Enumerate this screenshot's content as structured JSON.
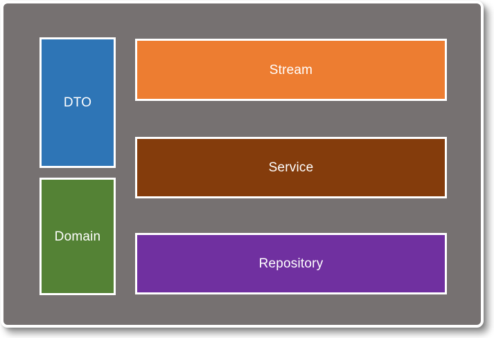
{
  "diagram": {
    "background_color": "#767171",
    "frame_color": "#FFFFFF",
    "text_color": "#FFFFFF",
    "left_column": {
      "dto": {
        "label": "DTO",
        "color": "#2E75B6"
      },
      "domain": {
        "label": "Domain",
        "color": "#548235"
      }
    },
    "right_column": {
      "stream": {
        "label": "Stream",
        "color": "#ED7D31"
      },
      "service": {
        "label": "Service",
        "color": "#843C0C"
      },
      "repository": {
        "label": "Repository",
        "color": "#7030A0"
      }
    }
  }
}
